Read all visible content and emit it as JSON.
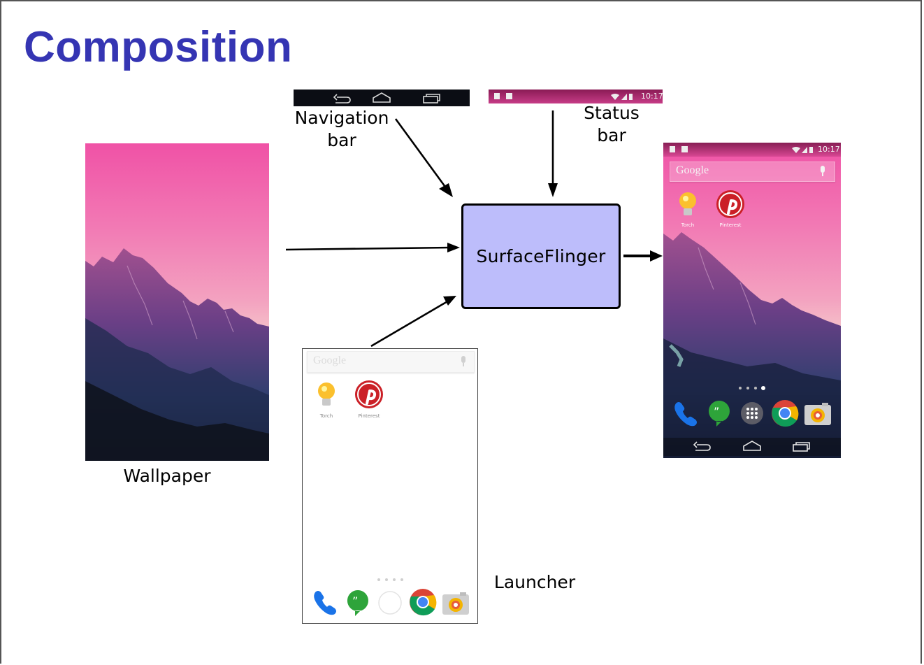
{
  "title": "Composition",
  "labels": {
    "navigation_bar": "Navigation",
    "navigation_bar_2": "bar",
    "status_bar": "Status",
    "status_bar_2": "bar",
    "wallpaper": "Wallpaper",
    "launcher": "Launcher",
    "surfaceflinger": "SurfaceFlinger"
  },
  "status": {
    "time": "10:17"
  },
  "search": {
    "placeholder": "Google"
  },
  "apps": {
    "torch": "Torch",
    "pinterest": "Pinterest"
  },
  "colors": {
    "title": "#3535b3",
    "surfaceflinger_fill": "#bdbdfb",
    "wallpaper_top": "#f052a6",
    "status_bar": "#8a1b55"
  },
  "icons": [
    "back-icon",
    "home-icon",
    "recents-icon",
    "wifi-icon",
    "signal-icon",
    "battery-icon",
    "mic-icon",
    "torch-icon",
    "pinterest-icon",
    "phone-icon",
    "hangouts-icon",
    "apps-drawer-icon",
    "chrome-icon",
    "camera-icon"
  ]
}
